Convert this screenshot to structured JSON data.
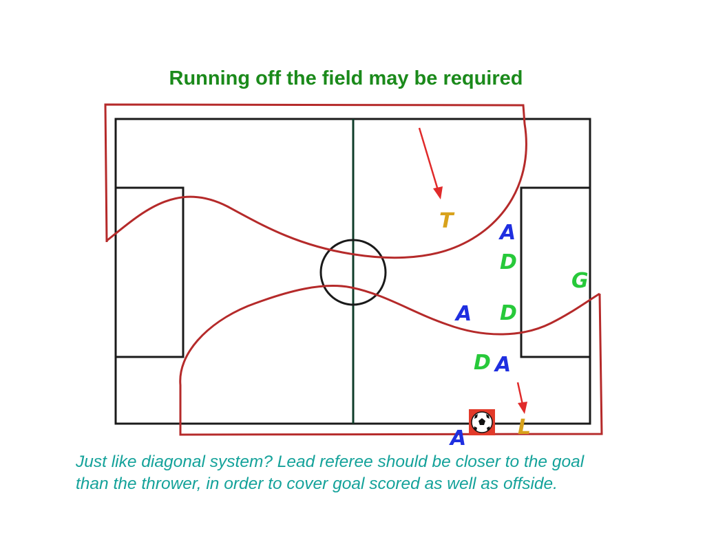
{
  "title": "Running off the field may be required",
  "caption": {
    "line1": "Just like diagonal system?  Lead referee should be closer to the goal",
    "line2": "than the thrower, in order to cover goal scored as well as offside."
  },
  "colors": {
    "title": "#1b8a1b",
    "caption": "#14a29a",
    "field_lines": "#1a1a1a",
    "halfway_line": "#0f3d2a",
    "referee_path": "#b52a2a",
    "arrow": "#e02a2a",
    "attacker": "#1f2fe0",
    "defender": "#27c93a",
    "goalkeeper": "#27c93a",
    "referee": "#d8a21c"
  },
  "markers": {
    "thrower": "T",
    "lead": "L",
    "goalkeeper": "G",
    "attacker": "A",
    "defender": "D"
  },
  "icons": {
    "ball": "soccer-ball-icon"
  }
}
